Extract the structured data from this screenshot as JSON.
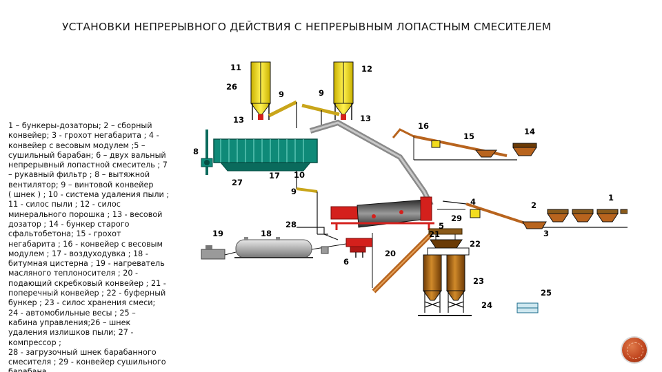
{
  "title": "УСТАНОВКИ НЕПРЕРЫВНОГО ДЕЙСТВИЯ С НЕПРЕРЫВНЫМ ЛОПАСТНЫМ СМЕСИТЕЛЕМ",
  "legend_lines": [
    "1 – бункеры-дозаторы; 2 – сборный",
    "конвейер; 3 - грохот негабарита ; 4 -",
    "конвейер с весовым модулем ;5 –",
    "сушильный барабан; 6 – двух вальный",
    "непрерывный лопастной смеситель ; 7",
    "– рукавный фильтр ; 8 – вытяжной",
    "вентилятор; 9 – винтовой конвейер",
    "( шнек ) ; 10 - система удаления пыли ;",
    "11 - силос пыли ; 12 - силос",
    "минерального порошка ; 13 - весовой",
    "дозатор ; 14 - бункер старого",
    "сфальтобетона; 15 - грохот",
    "негабарита ; 16 - конвейер с весовым",
    "модулем ; 17 - воздуходувка ; 18 -",
    "битумная цистерна ; 19 - нагреватель",
    "масляного теплоносителя ; 20 -",
    "подающий скребковый конвейер ; 21 -",
    "поперечный конвейер ; 22 - буферный",
    "бункер ; 23 - силос хранения смеси;",
    " 24 - автомобильные весы ; 25 –",
    "кабина управления;26 – шнек",
    "удаления излишков пыли; 27 -",
    "компрессор ;",
    "28 - загрузочный шнек барабанного",
    "смесителя ; 29 - конвейер сушильного",
    "барабана"
  ],
  "labels": {
    "n1": "1",
    "n2": "2",
    "n3": "3",
    "n4": "4",
    "n5": "5",
    "n6": "6",
    "n8": "8",
    "n9a": "9",
    "n9b": "9",
    "n9c": "9",
    "n10": "10",
    "n11": "11",
    "n12": "12",
    "n13a": "13",
    "n13b": "13",
    "n14": "14",
    "n15": "15",
    "n16": "16",
    "n17": "17",
    "n18": "18",
    "n19": "19",
    "n20": "20",
    "n21": "21",
    "n22": "22",
    "n23": "23",
    "n24": "24",
    "n25": "25",
    "n26": "26",
    "n27": "27",
    "n28": "28",
    "n29": "29"
  },
  "colors": {
    "silo_yellow": "#f2dc1e",
    "filter_teal": "#0f8a78",
    "drum_red": "#d4201c",
    "storage_brown": "#9a5a10",
    "conveyor_brown": "#b8641e",
    "tank_gray": "#b8b8b8",
    "duct_gray": "#8a8a8a",
    "line_black": "#111111"
  },
  "nav": {
    "icon": "next-slide-icon"
  }
}
